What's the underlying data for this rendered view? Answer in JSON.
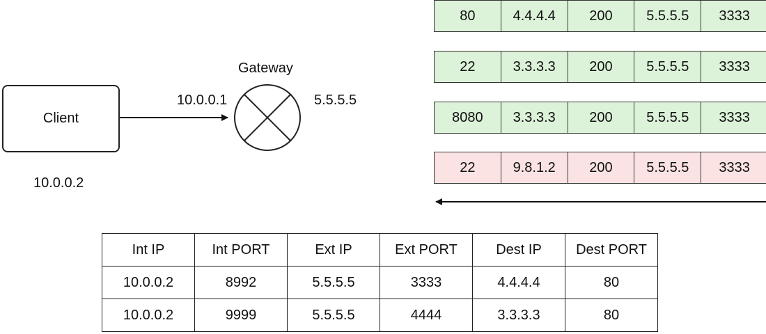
{
  "client": {
    "label": "Client",
    "ip": "10.0.0.2"
  },
  "gateway": {
    "label": "Gateway",
    "internal_ip": "10.0.0.1",
    "external_ip": "5.5.5.5"
  },
  "packets": [
    {
      "status": "green",
      "cells": [
        "80",
        "4.4.4.4",
        "200",
        "5.5.5.5",
        "3333"
      ]
    },
    {
      "status": "green",
      "cells": [
        "22",
        "3.3.3.3",
        "200",
        "5.5.5.5",
        "3333"
      ]
    },
    {
      "status": "green",
      "cells": [
        "8080",
        "3.3.3.3",
        "200",
        "5.5.5.5",
        "3333"
      ]
    },
    {
      "status": "red",
      "cells": [
        "22",
        "9.8.1.2",
        "200",
        "5.5.5.5",
        "3333"
      ]
    }
  ],
  "nat_table": {
    "headers": [
      "Int IP",
      "Int PORT",
      "Ext IP",
      "Ext PORT",
      "Dest IP",
      "Dest PORT"
    ],
    "rows": [
      [
        "10.0.0.2",
        "8992",
        "5.5.5.5",
        "3333",
        "4.4.4.4",
        "80"
      ],
      [
        "10.0.0.2",
        "9999",
        "5.5.5.5",
        "4444",
        "3.3.3.3",
        "80"
      ]
    ]
  },
  "colors": {
    "allowed": "#dcf3d9",
    "blocked": "#fbe3e3",
    "stroke": "#222222"
  }
}
